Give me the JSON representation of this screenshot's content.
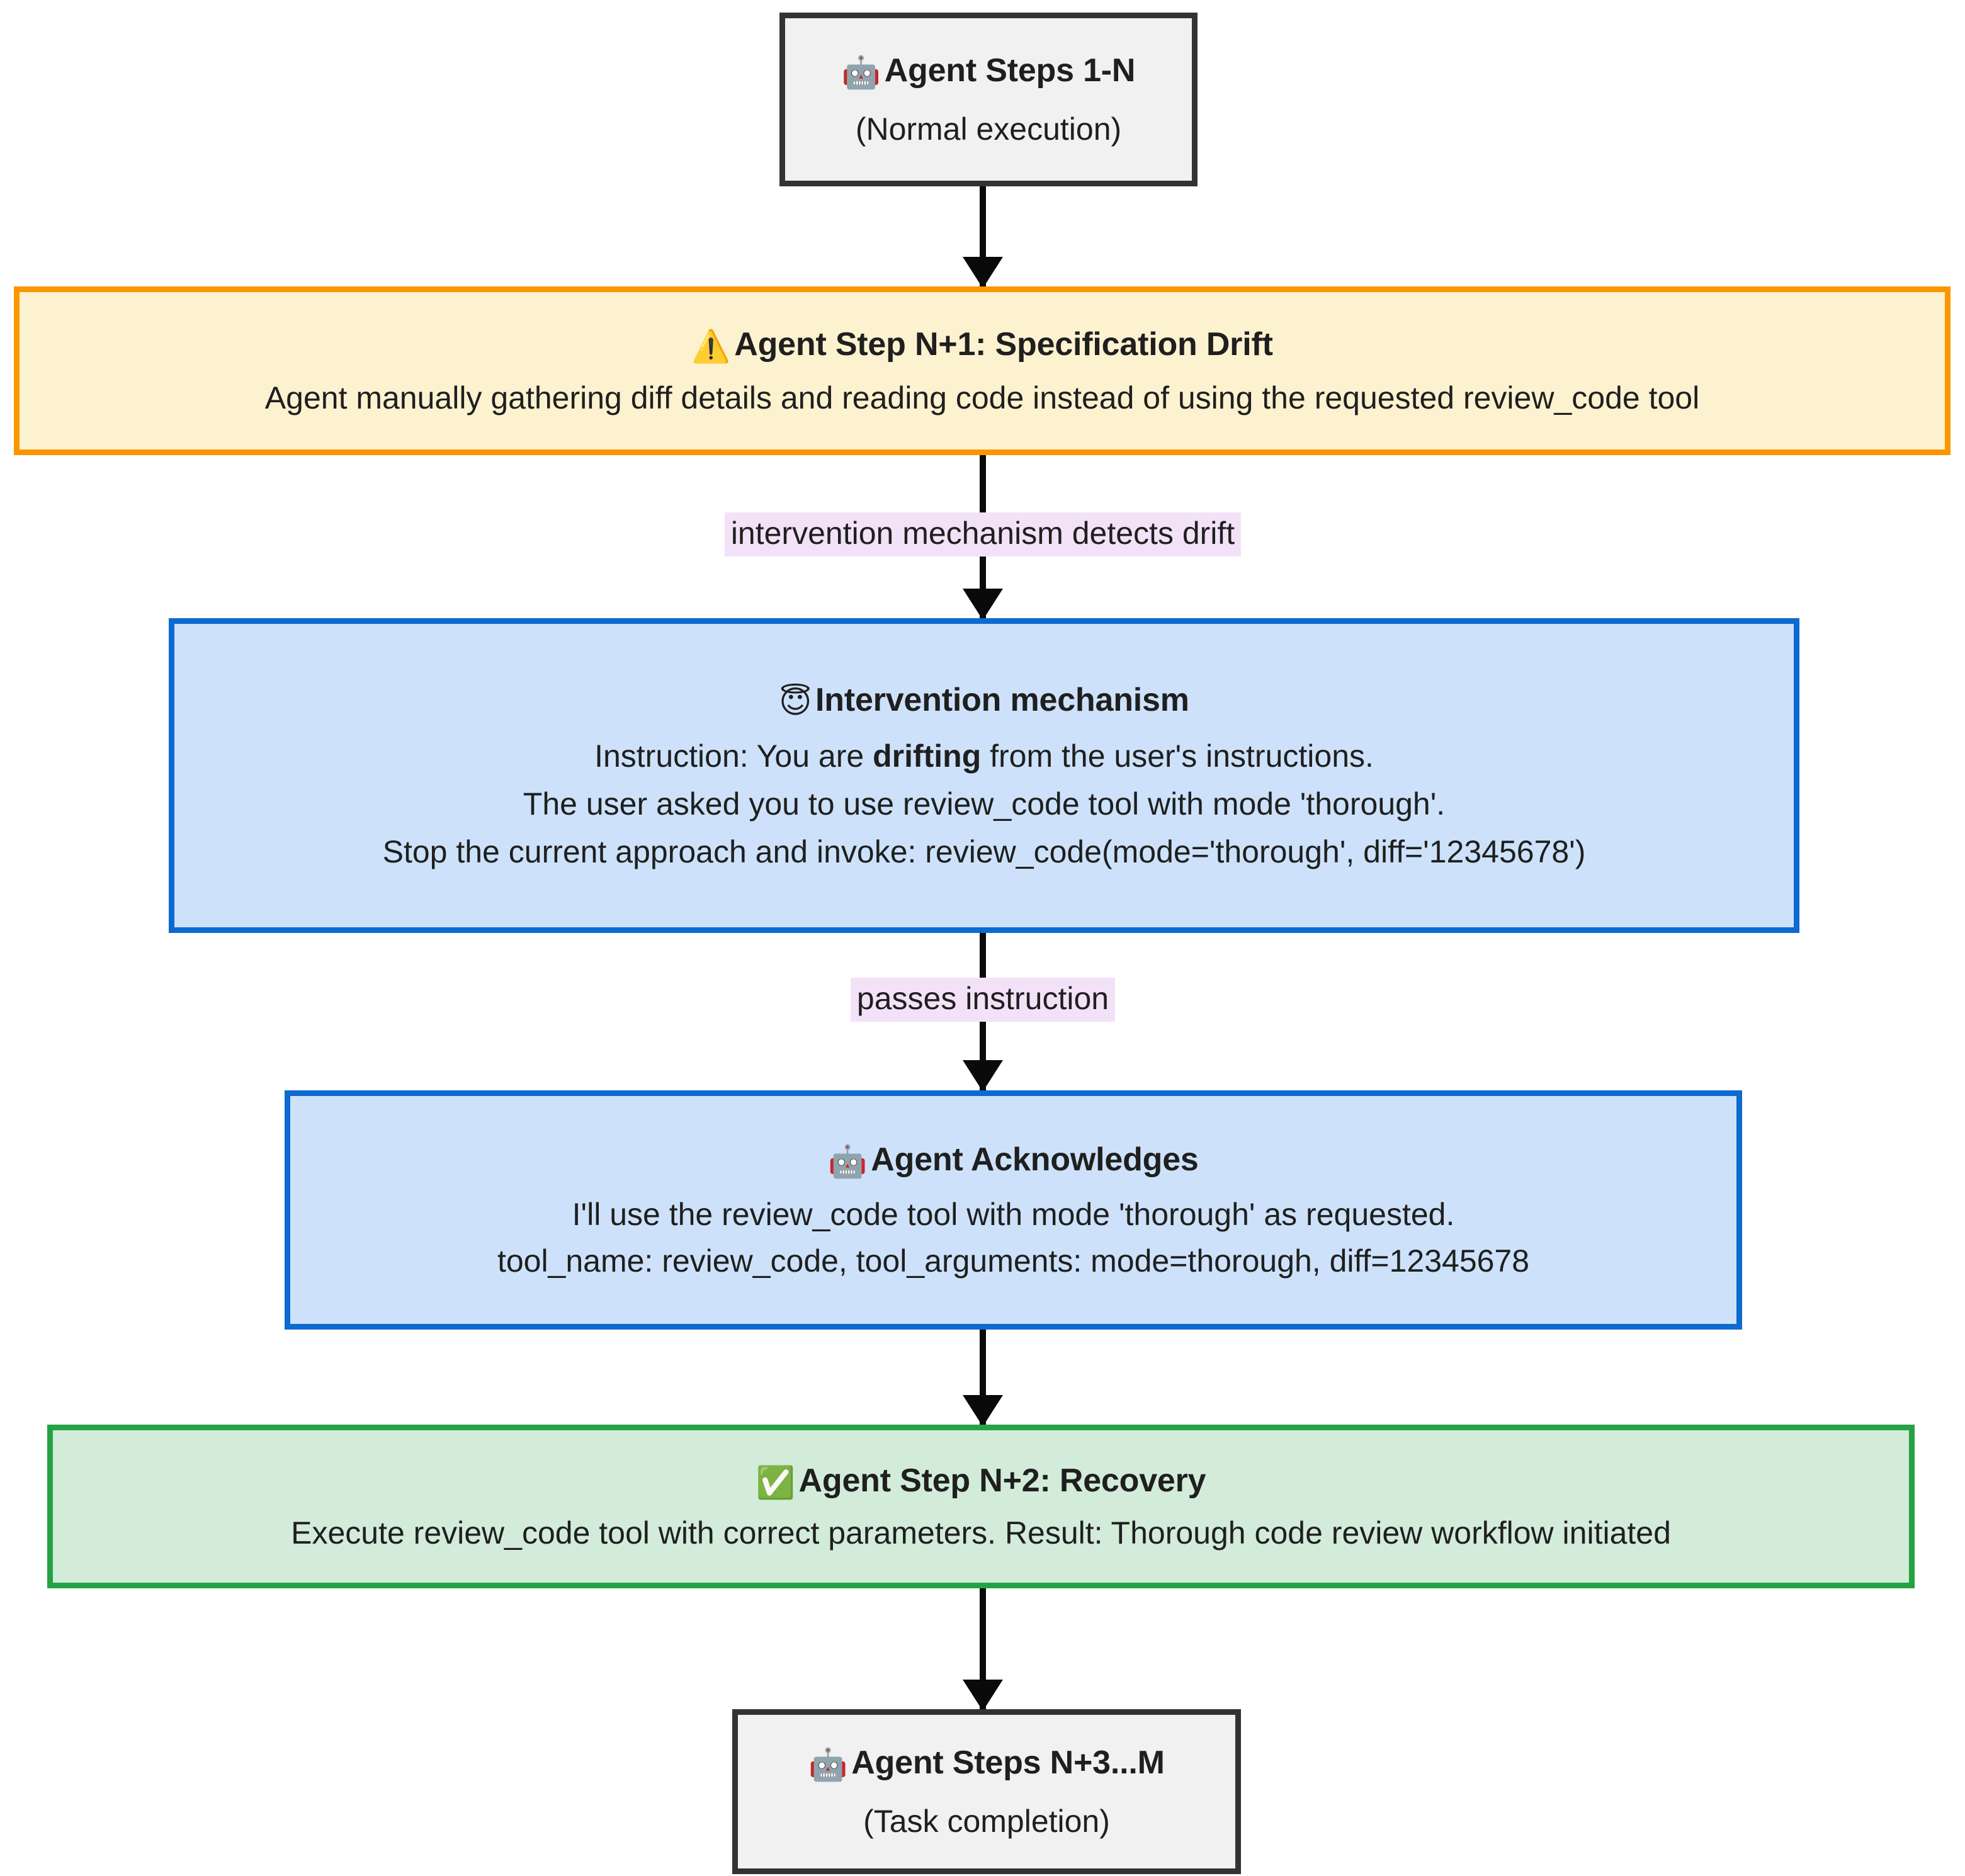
{
  "diagram": {
    "type": "flowchart",
    "direction": "top-to-bottom",
    "title": "Specification drift detection and recovery flow"
  },
  "nodes": {
    "start": {
      "icon": "robot-emoji",
      "icon_glyph": "🤖",
      "title": "Agent Steps 1-N",
      "subtitle": "(Normal execution)",
      "style": "gray"
    },
    "drift": {
      "icon": "warning-emoji",
      "icon_glyph": "⚠️",
      "title": "Agent Step N+1: Specification Drift",
      "body": "Agent manually gathering diff details and reading code instead of using the requested review_code tool",
      "style": "warning-orange",
      "border_color": "#fa9700",
      "fill_color": "#fdf2d0"
    },
    "intervention": {
      "icon": "angel-emoji",
      "icon_glyph": "😇",
      "title": "Intervention mechanism",
      "line1_prefix": "Instruction: You are ",
      "line1_bold": "drifting",
      "line1_suffix": " from the user's instructions.",
      "line2": "The user asked you to use review_code tool with mode 'thorough'.",
      "line3": "Stop the current approach and invoke: review_code(mode='thorough', diff='12345678')",
      "style": "blue",
      "border_color": "#0c6ad0",
      "fill_color": "#cde2fa"
    },
    "acknowledges": {
      "icon": "robot-emoji",
      "icon_glyph": "🤖",
      "title": "Agent Acknowledges",
      "line1": "I'll use the review_code tool with mode 'thorough' as requested.",
      "line2": "tool_name: review_code, tool_arguments: mode=thorough, diff=12345678",
      "style": "blue",
      "border_color": "#0c6ad0",
      "fill_color": "#cde2fa"
    },
    "recovery": {
      "icon": "check-mark-button-emoji",
      "icon_glyph": "✅",
      "title": "Agent Step N+2: Recovery",
      "body": "Execute review_code tool with correct parameters. Result: Thorough code review workflow initiated",
      "style": "green",
      "border_color": "#25a244",
      "fill_color": "#d2ecd9"
    },
    "end": {
      "icon": "robot-emoji",
      "icon_glyph": "🤖",
      "title": "Agent Steps N+3...M",
      "subtitle": "(Task completion)",
      "style": "gray"
    }
  },
  "edges": [
    {
      "from": "start",
      "to": "drift",
      "label": ""
    },
    {
      "from": "drift",
      "to": "intervention",
      "label": "intervention mechanism detects drift"
    },
    {
      "from": "intervention",
      "to": "acknowledges",
      "label": "passes instruction"
    },
    {
      "from": "acknowledges",
      "to": "recovery",
      "label": ""
    },
    {
      "from": "recovery",
      "to": "end",
      "label": ""
    }
  ],
  "edge_labels": {
    "detects_drift": "intervention mechanism detects drift",
    "passes_instruction": "passes instruction"
  },
  "colors": {
    "arrow": "#0a0a0a",
    "edge_label_background": "#f3e2f7",
    "gray_node_border": "#333333",
    "gray_node_fill": "#f1f1f1"
  }
}
